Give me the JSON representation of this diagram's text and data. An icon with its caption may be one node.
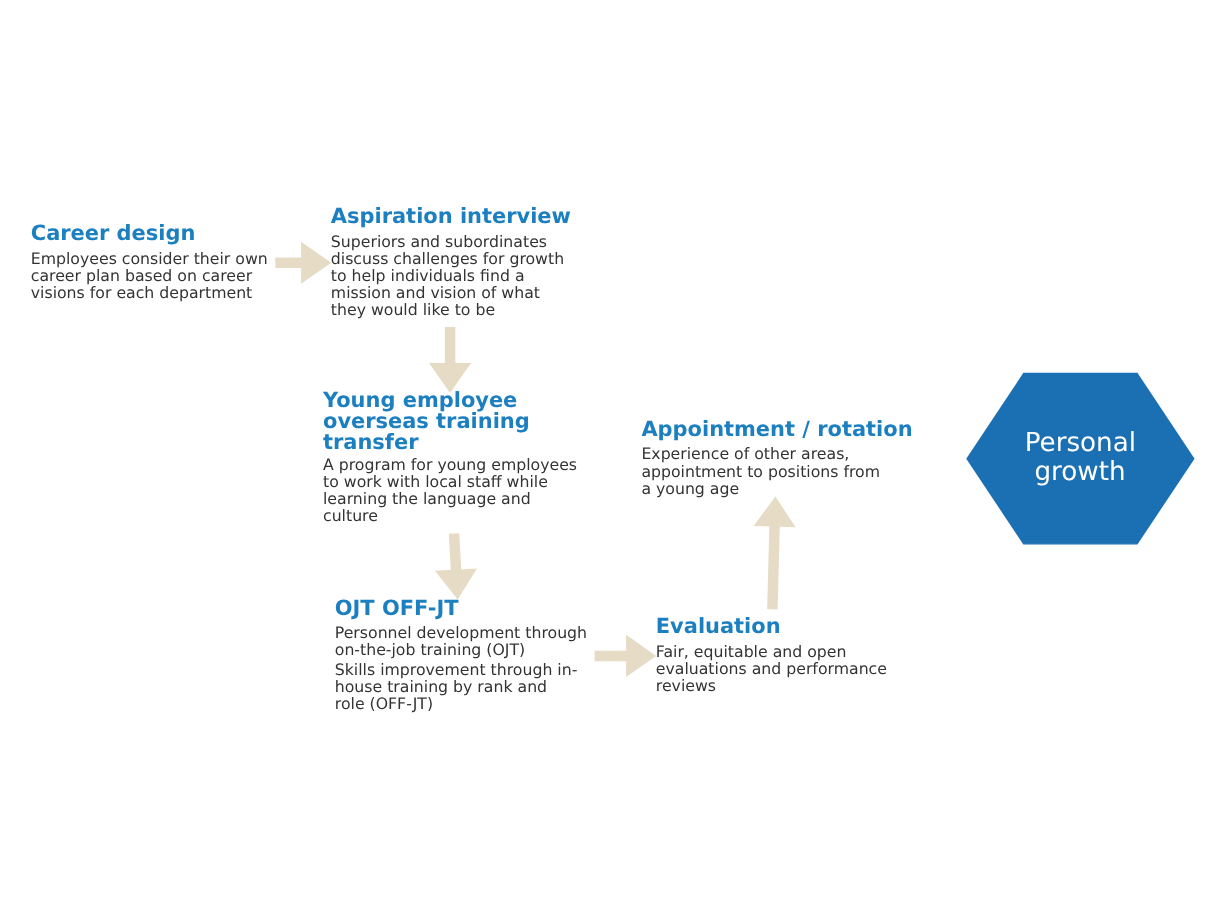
{
  "diagram": {
    "nodes": [
      {
        "text": [
          "Career design",
          "Employees consider their own career plan based on career visions for each department"
        ]
      },
      {
        "text": [
          "Aspiration interview",
          "Superiors and subordinates discuss challenges for growth to help individuals find a mission and vision of what they would like to be"
        ]
      },
      {
        "text": [
          "Appointment / rotation",
          "Experience of other areas, appointment to positions from a young age"
        ]
      },
      {
        "text": [
          "Personal growth"
        ]
      },
      {
        "text": [
          "Young employee overseas training transfer",
          "A program for young employees to work with local staff while learning the language and culture"
        ]
      },
      {
        "text": [
          "Evaluation",
          "Fair, equitable and open evaluations and performance reviews"
        ]
      },
      {
        "text": [
          "OJT OFF-JT",
          "Personnel development through on-the-job training (OJT)",
          "Skills improvement through in-house training by rank and role (OFF-JT)"
        ]
      }
    ],
    "edges": [
      {
        "from": 0,
        "to": 1,
        "arrow": "to"
      },
      {
        "from": 1,
        "to": 4,
        "arrow": "to"
      },
      {
        "from": 4,
        "to": 6,
        "arrow": "to"
      },
      {
        "from": 6,
        "to": 5,
        "arrow": "to"
      },
      {
        "from": 5,
        "to": 2,
        "arrow": "to"
      }
    ]
  }
}
